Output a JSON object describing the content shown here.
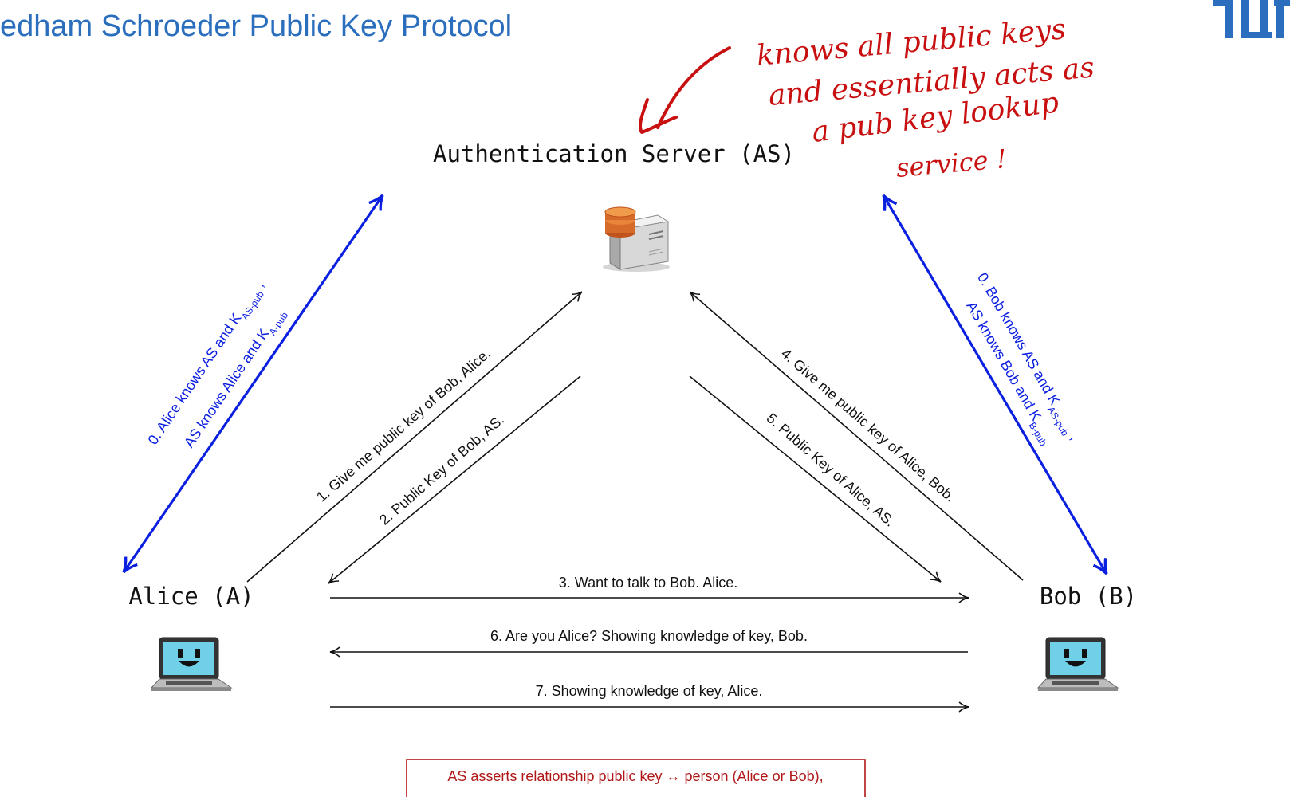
{
  "title": "edham Schroeder Public Key Protocol",
  "logo_text": "TUM",
  "colors": {
    "title": "#2a6ebd",
    "blue": "#0b1fe0",
    "red": "#c81010",
    "black": "#111111",
    "box": "#b01818"
  },
  "nodes": {
    "server": "Authentication Server (AS)",
    "alice": "Alice (A)",
    "bob": "Bob (B)"
  },
  "icons": {
    "server": "server-icon",
    "alice": "laptop-icon",
    "bob": "laptop-icon"
  },
  "steps": {
    "s1": "1. Give me public key of Bob, Alice.",
    "s2": "2. Public Key of Bob, AS.",
    "s3": "3. Want to talk to Bob. Alice.",
    "s4": "4. Give me public key of Alice, Bob.",
    "s5": "5. Public Key of Alice, AS.",
    "s6": "6. Are you Alice? Showing knowledge of key, Bob.",
    "s7": "7. Showing knowledge of key, Alice."
  },
  "prereq": {
    "alice_line1_prefix": "0. Alice knows AS and K",
    "alice_line1_sub": "AS-pub",
    "alice_line1_suffix": " ,",
    "alice_line2_prefix": "AS knows Alice and K",
    "alice_line2_sub": "A-pub",
    "bob_line1_prefix": "0. Bob knows AS and K",
    "bob_line1_sub": "AS-pub",
    "bob_line1_suffix": " ,",
    "bob_line2_prefix": "AS knows Bob and K",
    "bob_line2_sub": "B-pub"
  },
  "annotation": {
    "lines": [
      "knows all public keys",
      "and essentially acts as",
      "a pub key lookup",
      "service !"
    ]
  },
  "note": "AS asserts relationship public key ↔ person (Alice or Bob),"
}
